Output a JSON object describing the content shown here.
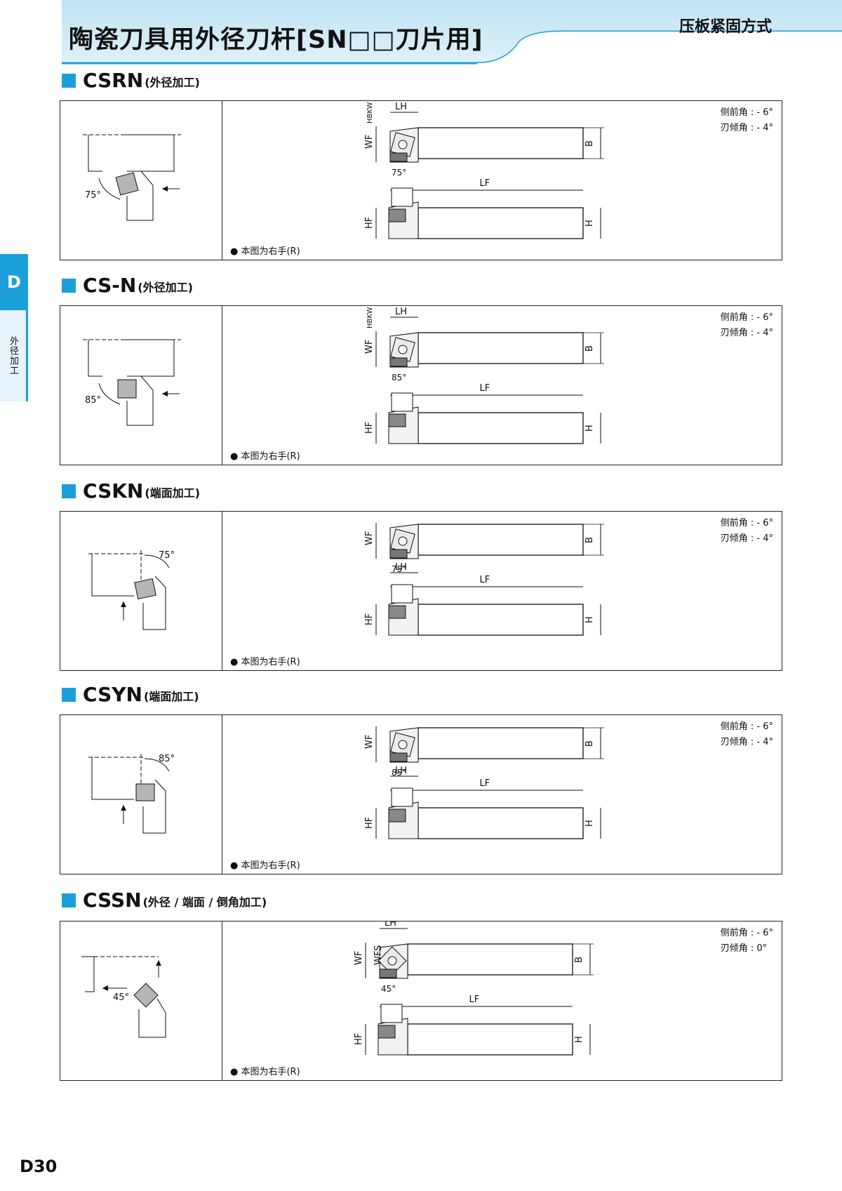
{
  "header": {
    "title": "陶瓷刀具用外径刀杆[SN□□刀片用]",
    "method": "压板紧固方式"
  },
  "side_tab": {
    "letter": "D",
    "label": "外径加工"
  },
  "sections": [
    {
      "code": "CSRN",
      "subtitle": "(外径加工)",
      "rake_label": "侧前角 : - 6°",
      "incl_label": "刃倾角 : - 4°",
      "note": "● 本图为右手(R)",
      "angle": "75°",
      "dims": {
        "hbkw": "HBKW",
        "lh": "LH",
        "wf": "WF",
        "b": "B",
        "lf": "LF",
        "hf": "HF",
        "h": "H"
      }
    },
    {
      "code": "CS-N",
      "subtitle": "(外径加工)",
      "rake_label": "侧前角 : - 6°",
      "incl_label": "刃倾角 : - 4°",
      "note": "● 本图为右手(R)",
      "angle": "85°",
      "dims": {
        "hbkw": "HBKW",
        "lh": "LH",
        "wf": "WF",
        "b": "B",
        "lf": "LF",
        "hf": "HF",
        "h": "H"
      }
    },
    {
      "code": "CSKN",
      "subtitle": "(端面加工)",
      "rake_label": "侧前角 : - 6°",
      "incl_label": "刃倾角 : - 4°",
      "note": "● 本图为右手(R)",
      "angle": "75°",
      "dims": {
        "lh": "LH",
        "wf": "WF",
        "b": "B",
        "lf": "LF",
        "hf": "HF",
        "h": "H"
      }
    },
    {
      "code": "CSYN",
      "subtitle": "(端面加工)",
      "rake_label": "侧前角 : - 6°",
      "incl_label": "刃倾角 : - 4°",
      "note": "● 本图为右手(R)",
      "angle": "85°",
      "dims": {
        "lh": "LH",
        "wf": "WF",
        "b": "B",
        "lf": "LF",
        "hf": "HF",
        "h": "H"
      }
    },
    {
      "code": "CSSN",
      "subtitle": "(外径 / 端面 / 倒角加工)",
      "rake_label": "侧前角 : - 6°",
      "incl_label": "刃倾角 :   0°",
      "note": "● 本图为右手(R)",
      "angle": "45°",
      "dims": {
        "lh": "LH",
        "wf": "WF",
        "wfs": "WFS",
        "b": "B",
        "lf": "LF",
        "hf": "HF",
        "h": "H"
      }
    }
  ],
  "page_number": "D30",
  "colors": {
    "accent": "#1a9fd9",
    "band": "#cfe9f5"
  }
}
